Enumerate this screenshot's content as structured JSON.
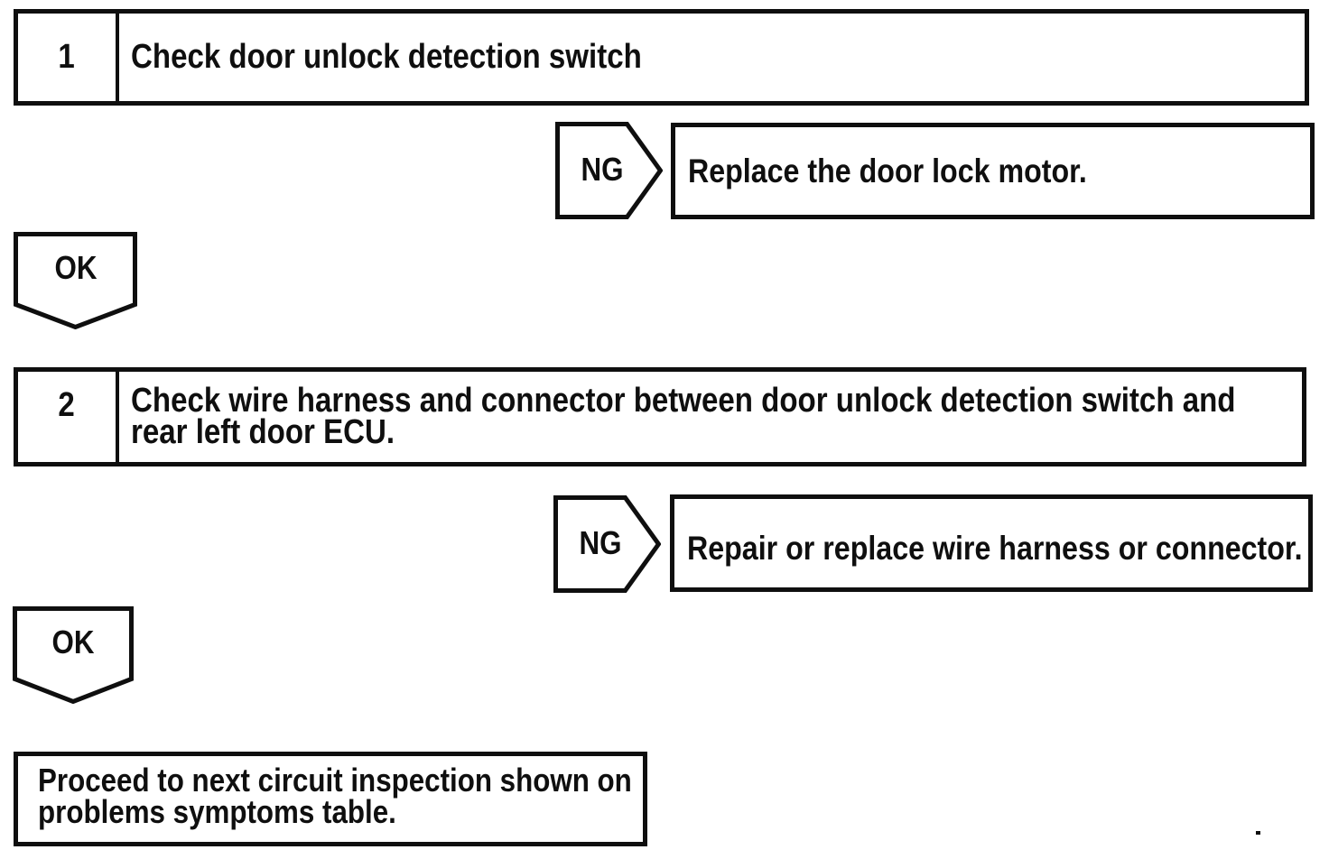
{
  "theme": {
    "ink": "#0f0f0f",
    "paper": "#ffffff"
  },
  "flowchart": {
    "steps": [
      {
        "number": "1",
        "instruction": "Check door unlock detection switch",
        "instruction_lines": [
          "Check door unlock detection switch"
        ],
        "ng": {
          "label": "NG",
          "result": "Replace the door lock motor."
        },
        "ok": {
          "label": "OK"
        }
      },
      {
        "number": "2",
        "instruction": "Check wire harness and connector between door unlock detection switch and rear left door ECU.",
        "instruction_lines": [
          "Check wire harness and connector between door unlock detection switch and",
          "rear left door ECU."
        ],
        "ng": {
          "label": "NG",
          "result": "Repair or replace wire harness or connector."
        },
        "ok": {
          "label": "OK"
        }
      }
    ],
    "terminal": {
      "text": "Proceed to next circuit inspection shown on problems symptoms table.",
      "lines": [
        "Proceed to next circuit inspection shown on",
        "problems symptoms table."
      ]
    }
  }
}
